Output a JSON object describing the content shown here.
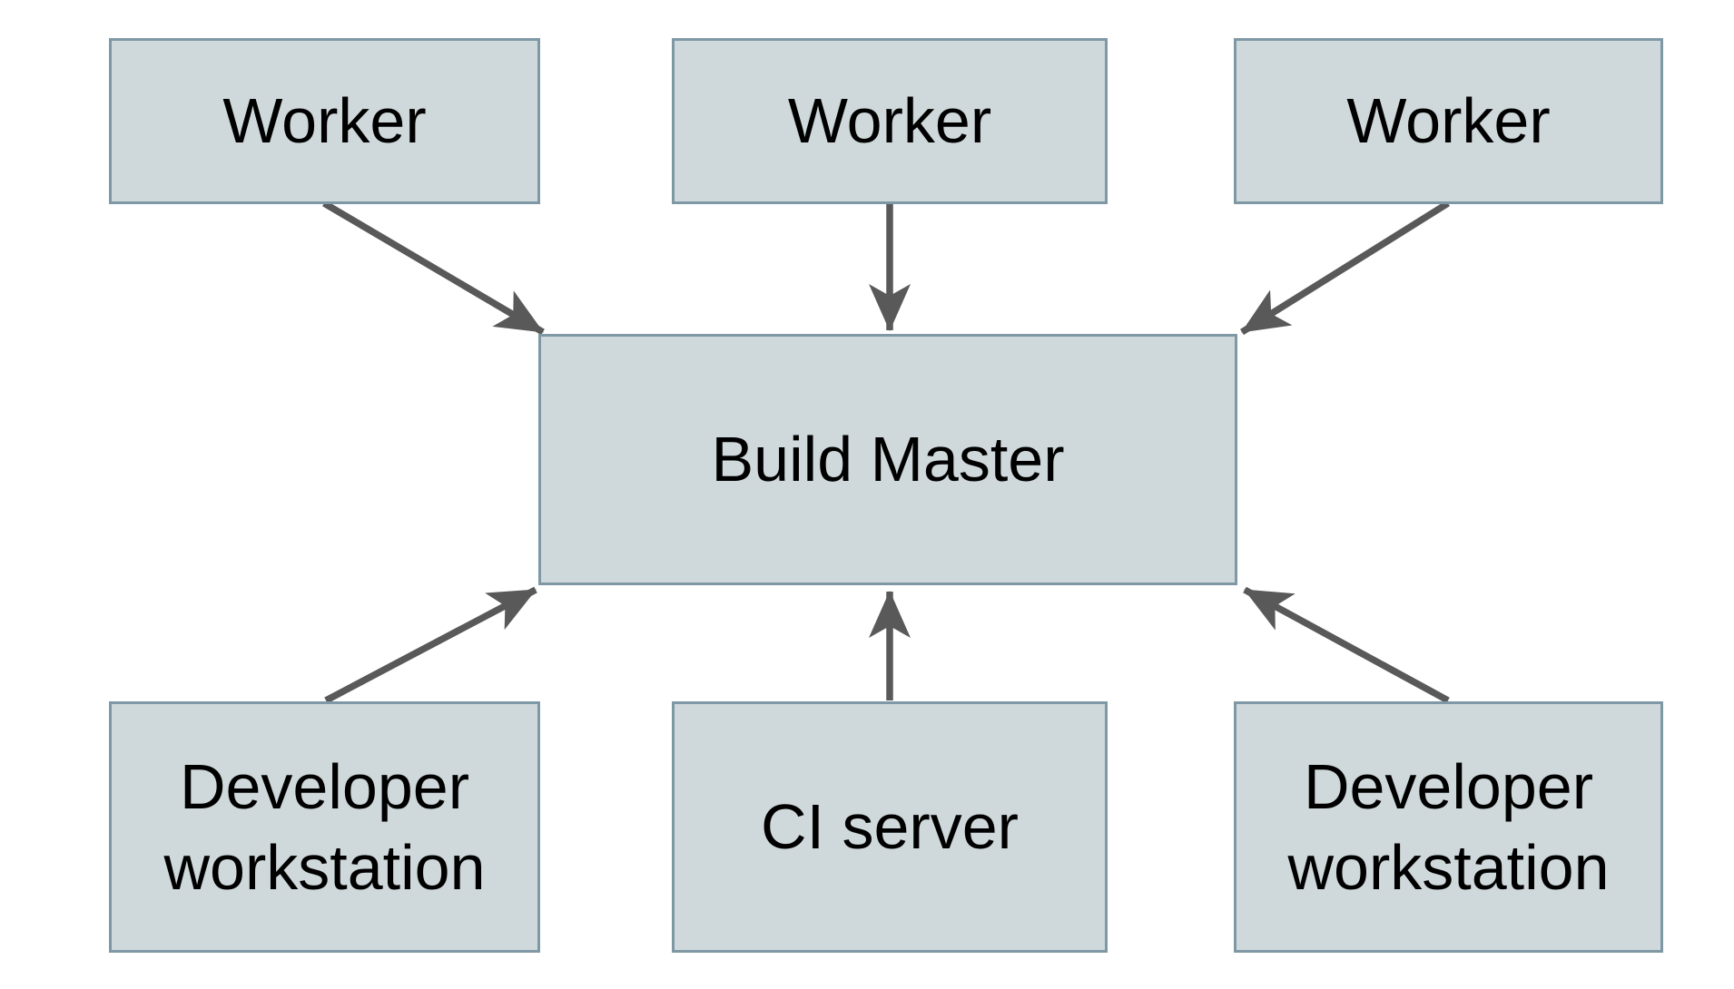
{
  "nodes": {
    "worker1": {
      "label": "Worker"
    },
    "worker2": {
      "label": "Worker"
    },
    "worker3": {
      "label": "Worker"
    },
    "build_master": {
      "label": "Build Master"
    },
    "dev_left": {
      "label": "Developer workstation"
    },
    "ci_server": {
      "label": "CI server"
    },
    "dev_right": {
      "label": "Developer workstation"
    }
  },
  "edges": [
    {
      "from": "worker-1",
      "to": "build-master"
    },
    {
      "from": "worker-2",
      "to": "build-master"
    },
    {
      "from": "worker-3",
      "to": "build-master"
    },
    {
      "from": "developer-workstation-left",
      "to": "build-master"
    },
    {
      "from": "ci-server",
      "to": "build-master"
    },
    {
      "from": "developer-workstation-right",
      "to": "build-master"
    }
  ],
  "colors": {
    "box_fill": "#cfd8da",
    "box_border": "#7f98a5",
    "arrow": "#595959",
    "text": "#000000",
    "background": "#ffffff"
  }
}
